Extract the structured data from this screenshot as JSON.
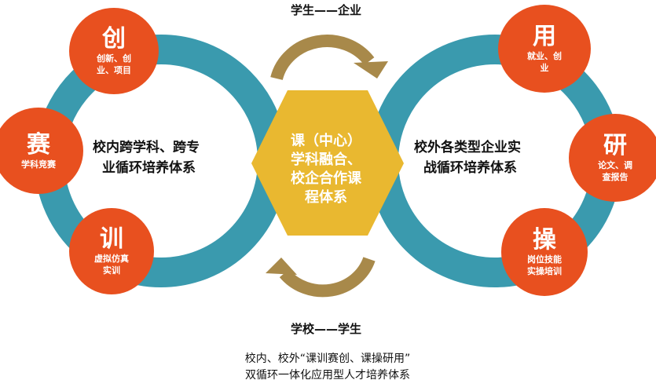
{
  "colors": {
    "ring": "#3a9aae",
    "node": "#e8501f",
    "hexagon": "#e9b830",
    "arrow": "#a8894a"
  },
  "top_label": "学生——企业",
  "bottom_label": "学校——学生",
  "left_ring_text": [
    "校内跨学科、跨专",
    "业循环培养体系"
  ],
  "right_ring_text": [
    "校外各类型企业实",
    "战循环培养体系"
  ],
  "center": [
    "课（中心）",
    "学科融合、",
    "校企合作课",
    "程体系"
  ],
  "nodes": {
    "chuang": {
      "title": "创",
      "desc": [
        "创新、创",
        "业、项目"
      ]
    },
    "sai": {
      "title": "赛",
      "desc": [
        "学科竞赛"
      ]
    },
    "xun": {
      "title": "训",
      "desc": [
        "虚拟仿真",
        "实训"
      ]
    },
    "yong": {
      "title": "用",
      "desc": [
        "就业、创",
        "业"
      ]
    },
    "yan": {
      "title": "研",
      "desc": [
        "论文、调",
        "查报告"
      ]
    },
    "cao": {
      "title": "操",
      "desc": [
        "岗位技能",
        "实操培训"
      ]
    }
  },
  "caption": [
    "校内、校外“课训赛创、课操研用”",
    "双循环一体化应用型人才培养体系"
  ]
}
